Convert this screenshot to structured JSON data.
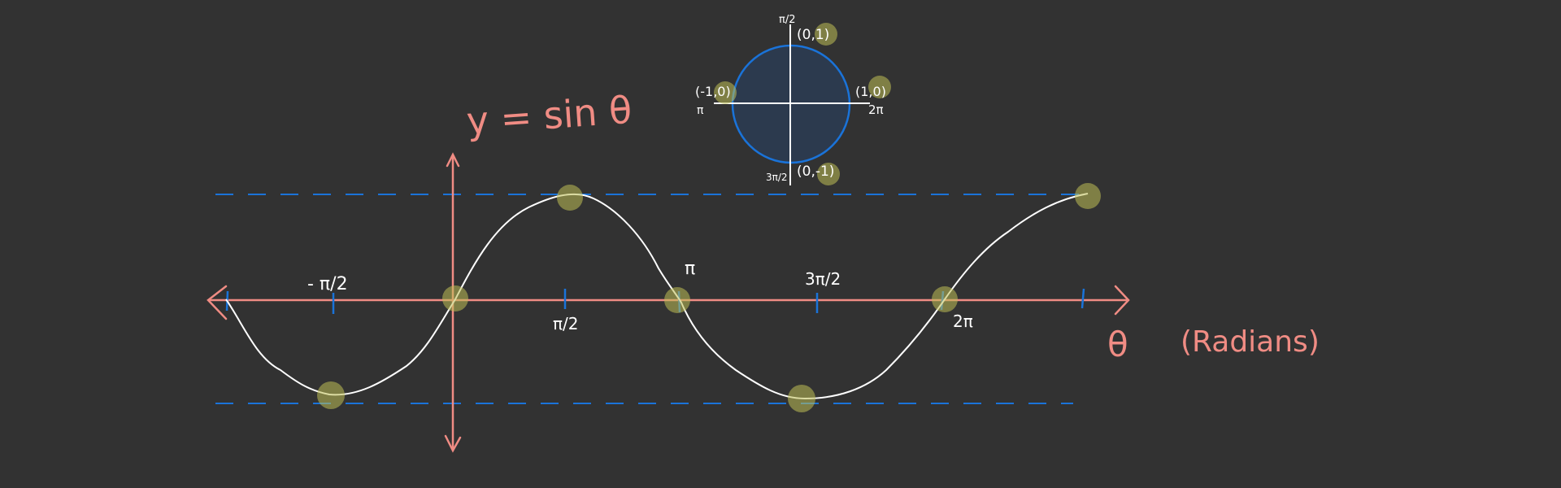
{
  "colors": {
    "background": "#323232",
    "axis_pink": "#f08c84",
    "bound_blue": "#1a73d9",
    "curve_white": "#ffffff",
    "highlight": "#bfbf55",
    "circle_fill": "#2c3a4e",
    "label_white": "#ffffff"
  },
  "annotations": {
    "equation": "y = sin θ",
    "theta_axis_symbol": "θ",
    "theta_axis_unit": "(Radians)"
  },
  "x_ticks": {
    "neg_pi_over_2": "- π/2",
    "pi_over_2": "π/2",
    "pi": "π",
    "three_pi_over_2": "3π/2",
    "two_pi": "2π"
  },
  "unit_circle": {
    "top_angle": "π/2",
    "left_angle": "π",
    "right_angle": "2π",
    "bottom_angle": "3π/2",
    "top_point": "(0,1)",
    "left_point": "(-1,0)",
    "right_point": "(1,0)",
    "bottom_point": "(0,-1)"
  },
  "icons": [
    "x-axis-arrow-icon",
    "y-axis-arrow-icon"
  ]
}
